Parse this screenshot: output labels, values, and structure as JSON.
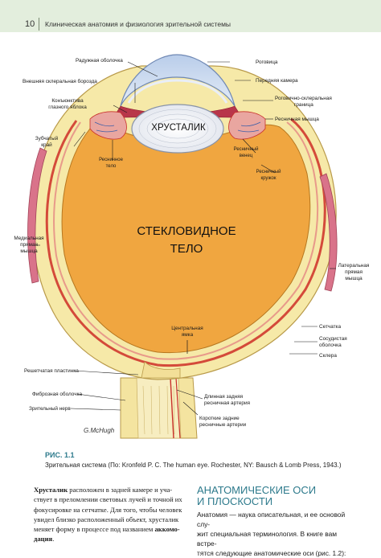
{
  "header": {
    "page_number": "10",
    "running_head": "Клиническая анатомия и физиология зрительной системы"
  },
  "figure": {
    "label": "РИС. 1.1",
    "caption": "Зрительная система (По: Kronfeld P. C. The human eye. Rochester, NY: Bausch & Lomb Press, 1943.)",
    "signature": "G.McHugh",
    "structure_labels": {
      "lens": "ХРУСТАЛИК",
      "vitreous_line1": "СТЕКЛОВИДНОЕ",
      "vitreous_line2": "ТЕЛО",
      "iris": "Радужная оболочка",
      "outer_scleral_sulcus": "Внешняя склеральная борозда",
      "conjunctiva_1": "Конъюнктива",
      "conjunctiva_2": "глазного яблока",
      "ora_serrata_1": "Зубчатый",
      "ora_serrata_2": "край",
      "ciliary_body_1": "Ресничное",
      "ciliary_body_2": "тело",
      "medial_rectus_1": "Медиальная",
      "medial_rectus_2": "прямая",
      "medial_rectus_3": "мышца",
      "lamina_cribrosa": "Решетчатая пластинка",
      "fibrous_sheath": "Фиброзная оболочка",
      "optic_nerve": "Зрительный нерв",
      "cornea": "Роговица",
      "anterior_chamber": "Передняя камера",
      "limbus_1": "Роговично-склеральная",
      "limbus_2": "граница",
      "ciliary_muscle": "Ресничная мышца",
      "ciliary_crown_1": "Ресничный",
      "ciliary_crown_2": "венец",
      "ciliary_ring_1": "Ресничный",
      "ciliary_ring_2": "кружок",
      "lateral_rectus_1": "Латеральная",
      "lateral_rectus_2": "прямая",
      "lateral_rectus_3": "мышца",
      "retina": "Сетчатка",
      "choroid_1": "Сосудистая",
      "choroid_2": "оболочка",
      "sclera": "Склера",
      "fovea_1": "Центральная",
      "fovea_2": "ямка",
      "long_posterior_artery_1": "Длинная задняя",
      "long_posterior_artery_2": "ресничная артерия",
      "short_posterior_arteries_1": "Короткие задние",
      "short_posterior_arteries_2": "ресничные артерии"
    }
  },
  "body_text": {
    "l1a": "Хрусталик",
    "l1b": " расположен в задней камере и уча-",
    "l2": "ствует в преломлении световых лучей и точной их",
    "l3": "фокусировке на сетчатке. Для того, чтобы человек",
    "l4": "увидел близко расположенный объект, хрусталик",
    "l5a": "меняет форму в процессе под названием ",
    "l5b": "аккомо-",
    "l6a": "дация",
    "l6b": "."
  },
  "section": {
    "title_line1": "Анатомические оси",
    "title_line2": "и плоскости",
    "r1": "Анатомия — наука описательная, и ее основой слу-",
    "r2": "жит специальная терминология. В книге вам встре-",
    "r3": "тятся следующие анатомические оси (рис. 1.2):"
  },
  "colors": {
    "header_band": "#e3eedd",
    "accent": "#2d7a8c",
    "vitreous": "#f0a640",
    "sclera": "#f6e9a8",
    "cornea": "#c9d9ef",
    "vessels": "#c8302a",
    "retina_red": "#d44a3a"
  }
}
